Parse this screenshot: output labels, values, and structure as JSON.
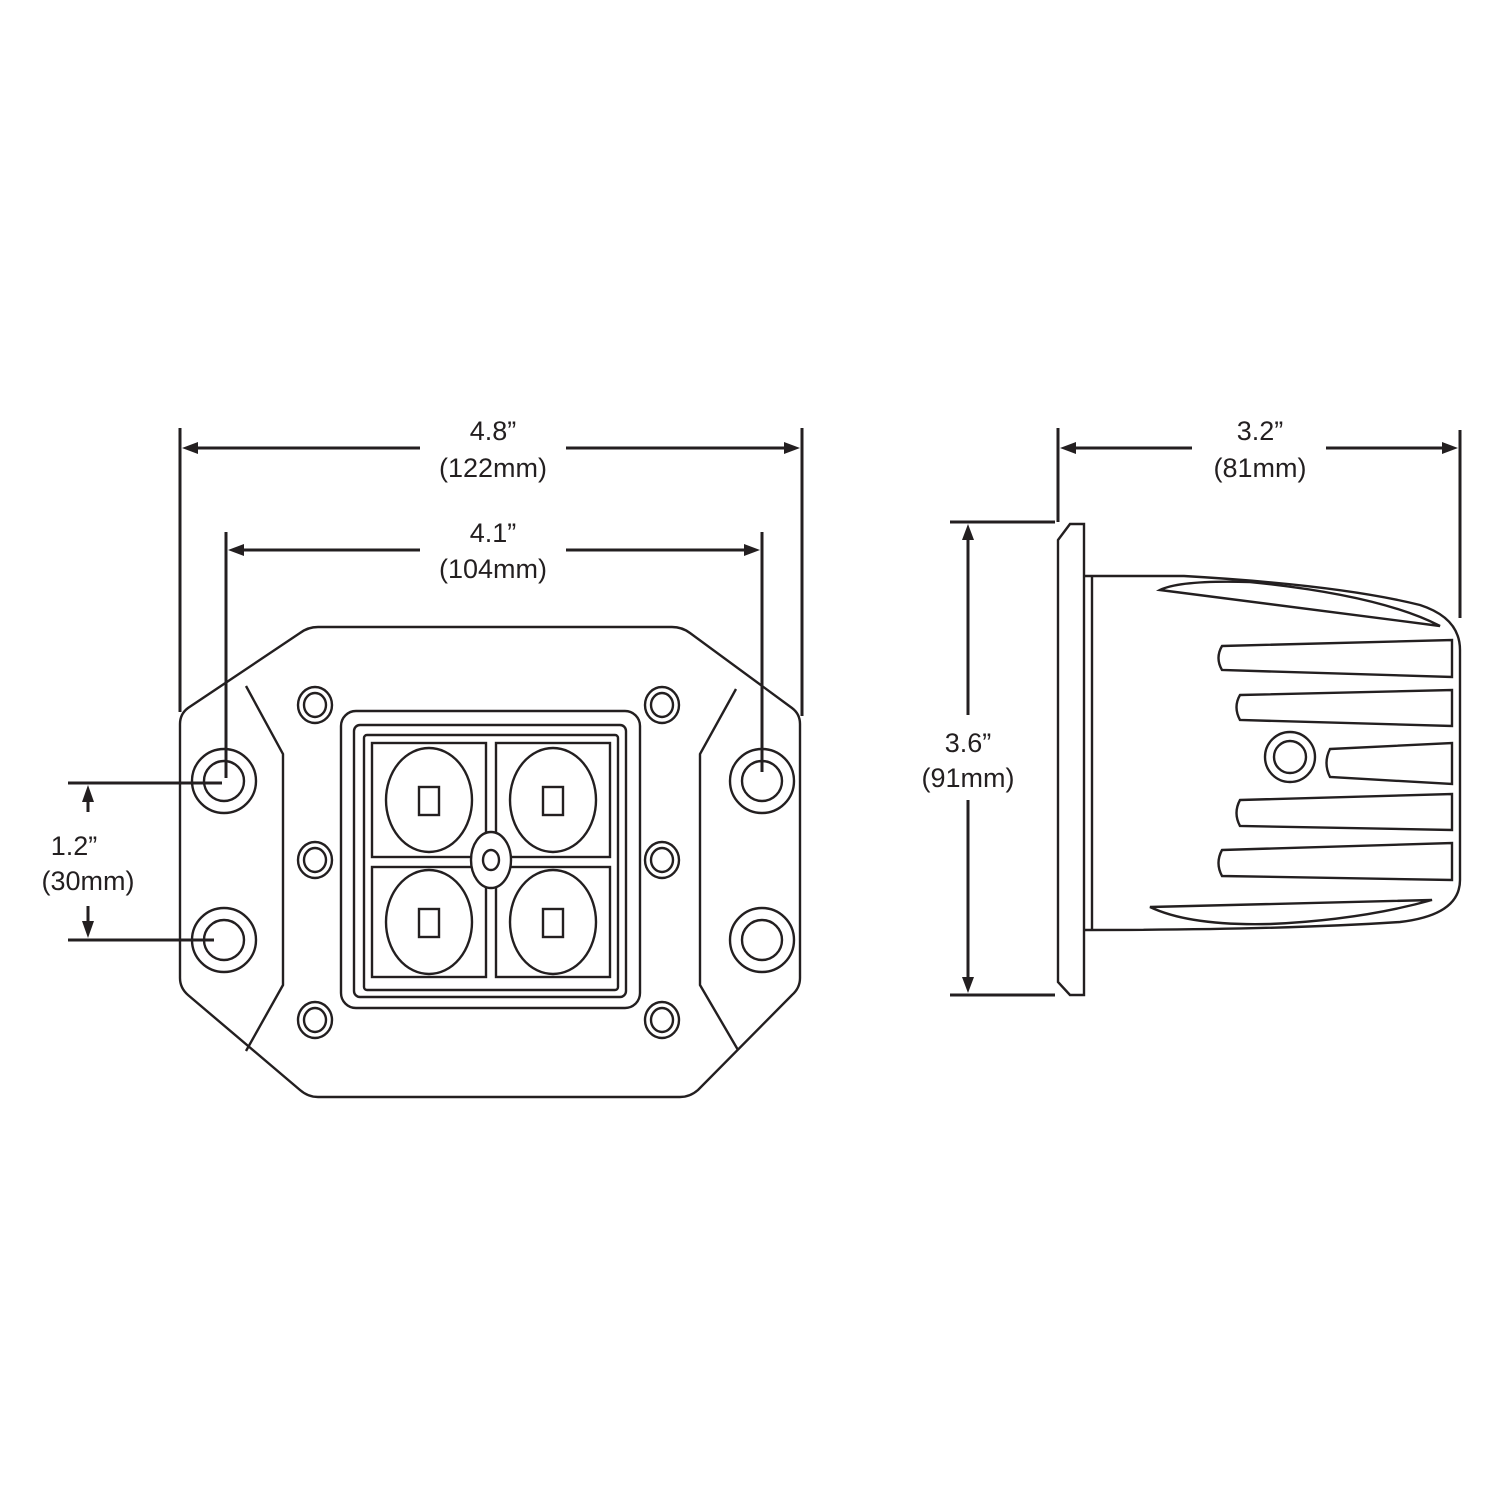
{
  "colors": {
    "line": "#231f20",
    "background": "#ffffff"
  },
  "front_view": {
    "overall_width": {
      "inches": "4.8”",
      "mm": "(122mm)"
    },
    "mount_hole_spacing": {
      "inches": "4.1”",
      "mm": "(104mm)"
    },
    "vertical_hole_spacing": {
      "inches": "1.2”",
      "mm": "(30mm)"
    }
  },
  "side_view": {
    "depth": {
      "inches": "3.2”",
      "mm": "(81mm)"
    },
    "height": {
      "inches": "3.6”",
      "mm": "(91mm)"
    }
  }
}
